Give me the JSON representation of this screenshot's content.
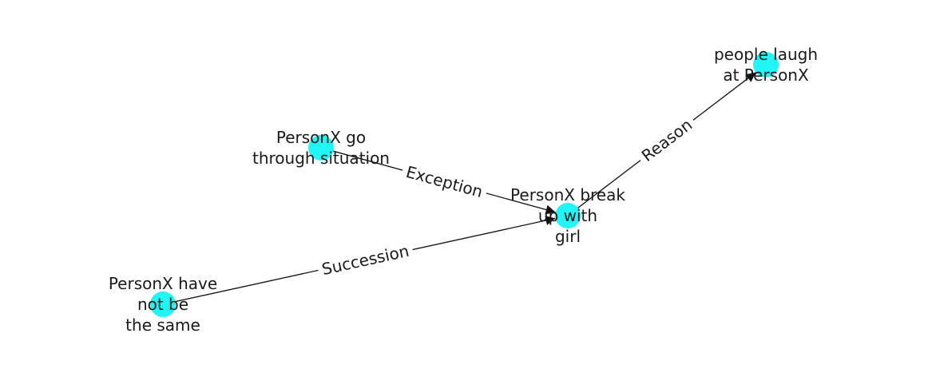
{
  "colors": {
    "node": "#22f5f5",
    "edge": "#111111",
    "label_bg": "#ffffff"
  },
  "graph": {
    "nodes": [
      {
        "id": "n1",
        "lines": [
          "people laugh",
          "at PersonX"
        ]
      },
      {
        "id": "n2",
        "lines": [
          "PersonX go",
          "through situation"
        ]
      },
      {
        "id": "n3",
        "lines": [
          "PersonX break",
          "up with",
          "girl"
        ]
      },
      {
        "id": "n4",
        "lines": [
          "PersonX have",
          "not be",
          "the same"
        ]
      }
    ],
    "edges": [
      {
        "from": "n2",
        "to": "n3",
        "label": "Exception"
      },
      {
        "from": "n4",
        "to": "n3",
        "label": "Succession"
      },
      {
        "from": "n3",
        "to": "n1",
        "label": "Reason"
      }
    ]
  }
}
